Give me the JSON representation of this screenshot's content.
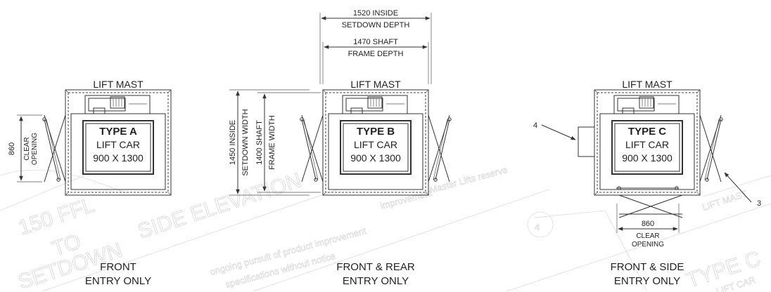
{
  "colors": {
    "line": "#333333",
    "text": "#222222",
    "watermark": "#dcdcdc"
  },
  "watermark": {
    "elevation": "SIDE ELEVATION",
    "ffl": "150 FFL",
    "to": "TO",
    "setdown": "SETDOWN",
    "notice_1": "Master Lifts reserve",
    "notice_2": "improvement",
    "notice_3": "ongoing pursuit of product improvement",
    "notice_4": "specifications without notice",
    "type_c": "TYPE C",
    "lift_car": "LIFT CAR",
    "mast": "LIFT MAST",
    "callout": "4"
  },
  "plans": [
    {
      "id": "a",
      "mast_label": "LIFT MAST",
      "type": "TYPE A",
      "car": "LIFT CAR",
      "size": "900 X 1300",
      "caption_1": "FRONT",
      "caption_2": "ENTRY ONLY",
      "opening_value": "860",
      "opening_1": "CLEAR",
      "opening_2": "OPENING"
    },
    {
      "id": "b",
      "mast_label": "LIFT MAST",
      "type": "TYPE B",
      "car": "LIFT CAR",
      "size": "900 X 1300",
      "caption_1": "FRONT & REAR",
      "caption_2": "ENTRY ONLY",
      "dim_top_1": "1520 INSIDE",
      "dim_top_2": "SETDOWN DEPTH",
      "dim_mid_1": "1470 SHAFT",
      "dim_mid_2": "FRAME DEPTH",
      "dim_left_1": "1450 INSIDE",
      "dim_left_2": "SETDOWN WIDTH",
      "dim_inner_1": "1400 SHAFT",
      "dim_inner_2": "FRAME WIDTH"
    },
    {
      "id": "c",
      "mast_label": "LIFT MAST",
      "type": "TYPE C",
      "car": "LIFT CAR",
      "size": "900 X 1300",
      "caption_1": "FRONT & SIDE",
      "caption_2": "ENTRY ONLY",
      "opening_value": "860",
      "opening_1": "CLEAR",
      "opening_2": "OPENING",
      "callout_left": "4",
      "callout_right": "3"
    }
  ]
}
